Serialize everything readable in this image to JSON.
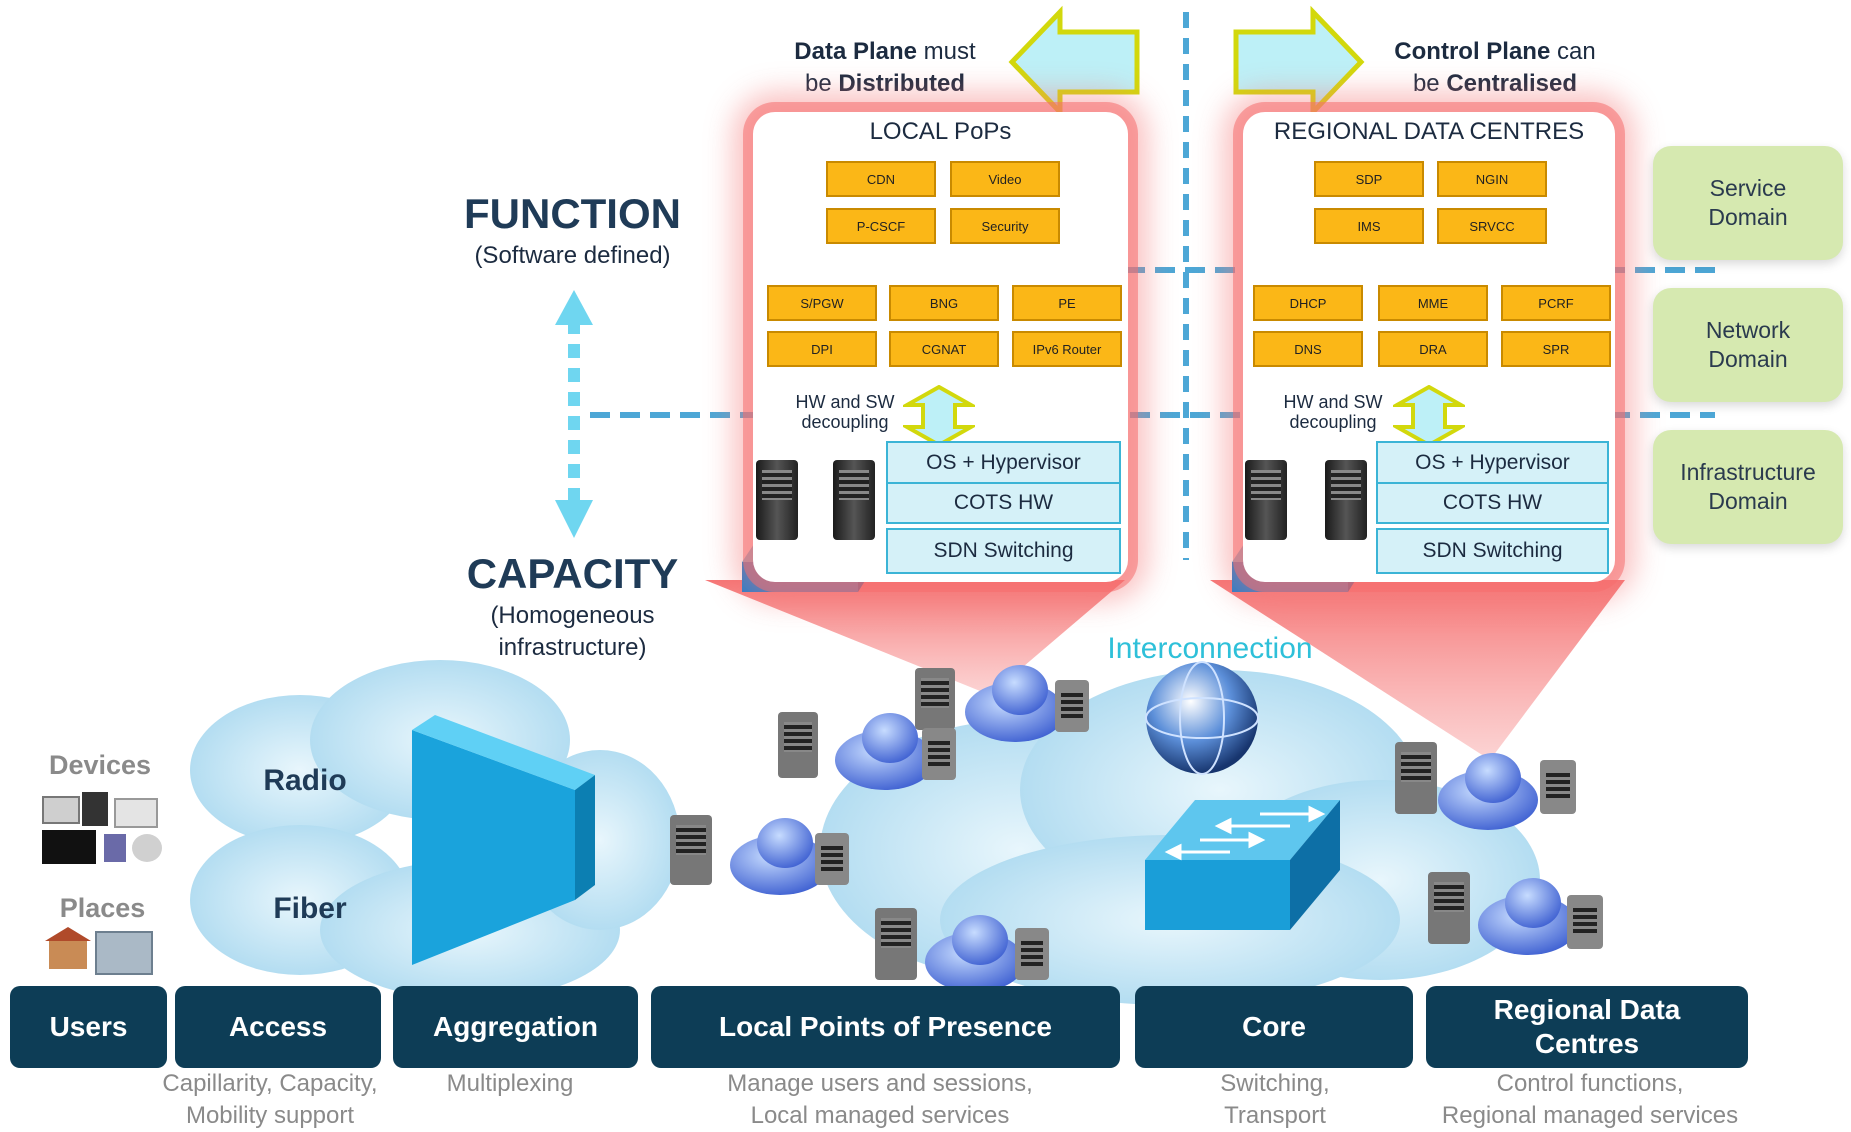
{
  "top": {
    "left_note": {
      "bold1": "Data Plane",
      "t1": " must",
      "t2": "be ",
      "bold2": "Distributed"
    },
    "right_note": {
      "bold1": "Control Plane",
      "t1": " can",
      "t2": "be ",
      "bold2": "Centralised"
    }
  },
  "axis": {
    "function_title": "FUNCTION",
    "function_sub": "(Software defined)",
    "capacity_title": "CAPACITY",
    "capacity_sub1": "(Homogeneous",
    "capacity_sub2": "infrastructure)"
  },
  "local_panel": {
    "title": "LOCAL PoPs",
    "service": [
      "CDN",
      "Video",
      "P-CSCF",
      "Security"
    ],
    "network": [
      "S/PGW",
      "BNG",
      "PE",
      "DPI",
      "CGNAT",
      "IPv6 Router"
    ],
    "decoupling1": "HW and SW",
    "decoupling2": "decoupling",
    "stack": [
      "OS + Hypervisor",
      "COTS HW",
      "SDN Switching"
    ]
  },
  "regional_panel": {
    "title": "REGIONAL DATA CENTRES",
    "service": [
      "SDP",
      "NGIN",
      "IMS",
      "SRVCC"
    ],
    "network": [
      "DHCP",
      "MME",
      "PCRF",
      "DNS",
      "DRA",
      "SPR"
    ],
    "decoupling1": "HW and SW",
    "decoupling2": "decoupling",
    "stack": [
      "OS + Hypervisor",
      "COTS HW",
      "SDN Switching"
    ]
  },
  "domains": [
    "Service Domain",
    "Network Domain",
    "Infrastructure Domain"
  ],
  "domain_lines": [
    [
      "Service",
      "Domain"
    ],
    [
      "Network",
      "Domain"
    ],
    [
      "Infrastructure",
      "Domain"
    ]
  ],
  "network": {
    "devices": "Devices",
    "places": "Places",
    "radio": "Radio",
    "fiber": "Fiber",
    "interconnection": "Interconnection"
  },
  "bars": [
    {
      "label": "Users"
    },
    {
      "label": "Access"
    },
    {
      "label": "Aggregation"
    },
    {
      "label": "Local Points of Presence"
    },
    {
      "label": "Core"
    },
    {
      "label": "Regional Data Centres"
    }
  ],
  "bar_subs": {
    "access": [
      "Capillarity, Capacity,",
      "Mobility support"
    ],
    "aggregation": [
      "Multiplexing"
    ],
    "local": [
      "Manage users and sessions,",
      "Local managed services"
    ],
    "core": [
      "Switching,",
      "Transport"
    ],
    "regional": [
      "Control functions,",
      "Regional managed services"
    ]
  },
  "colors": {
    "orange": "#fbb717",
    "navy": "#0d3d56",
    "cyan": "#3bb4d6",
    "green": "#d6e9b0",
    "red_glow": "#f56e6e"
  }
}
